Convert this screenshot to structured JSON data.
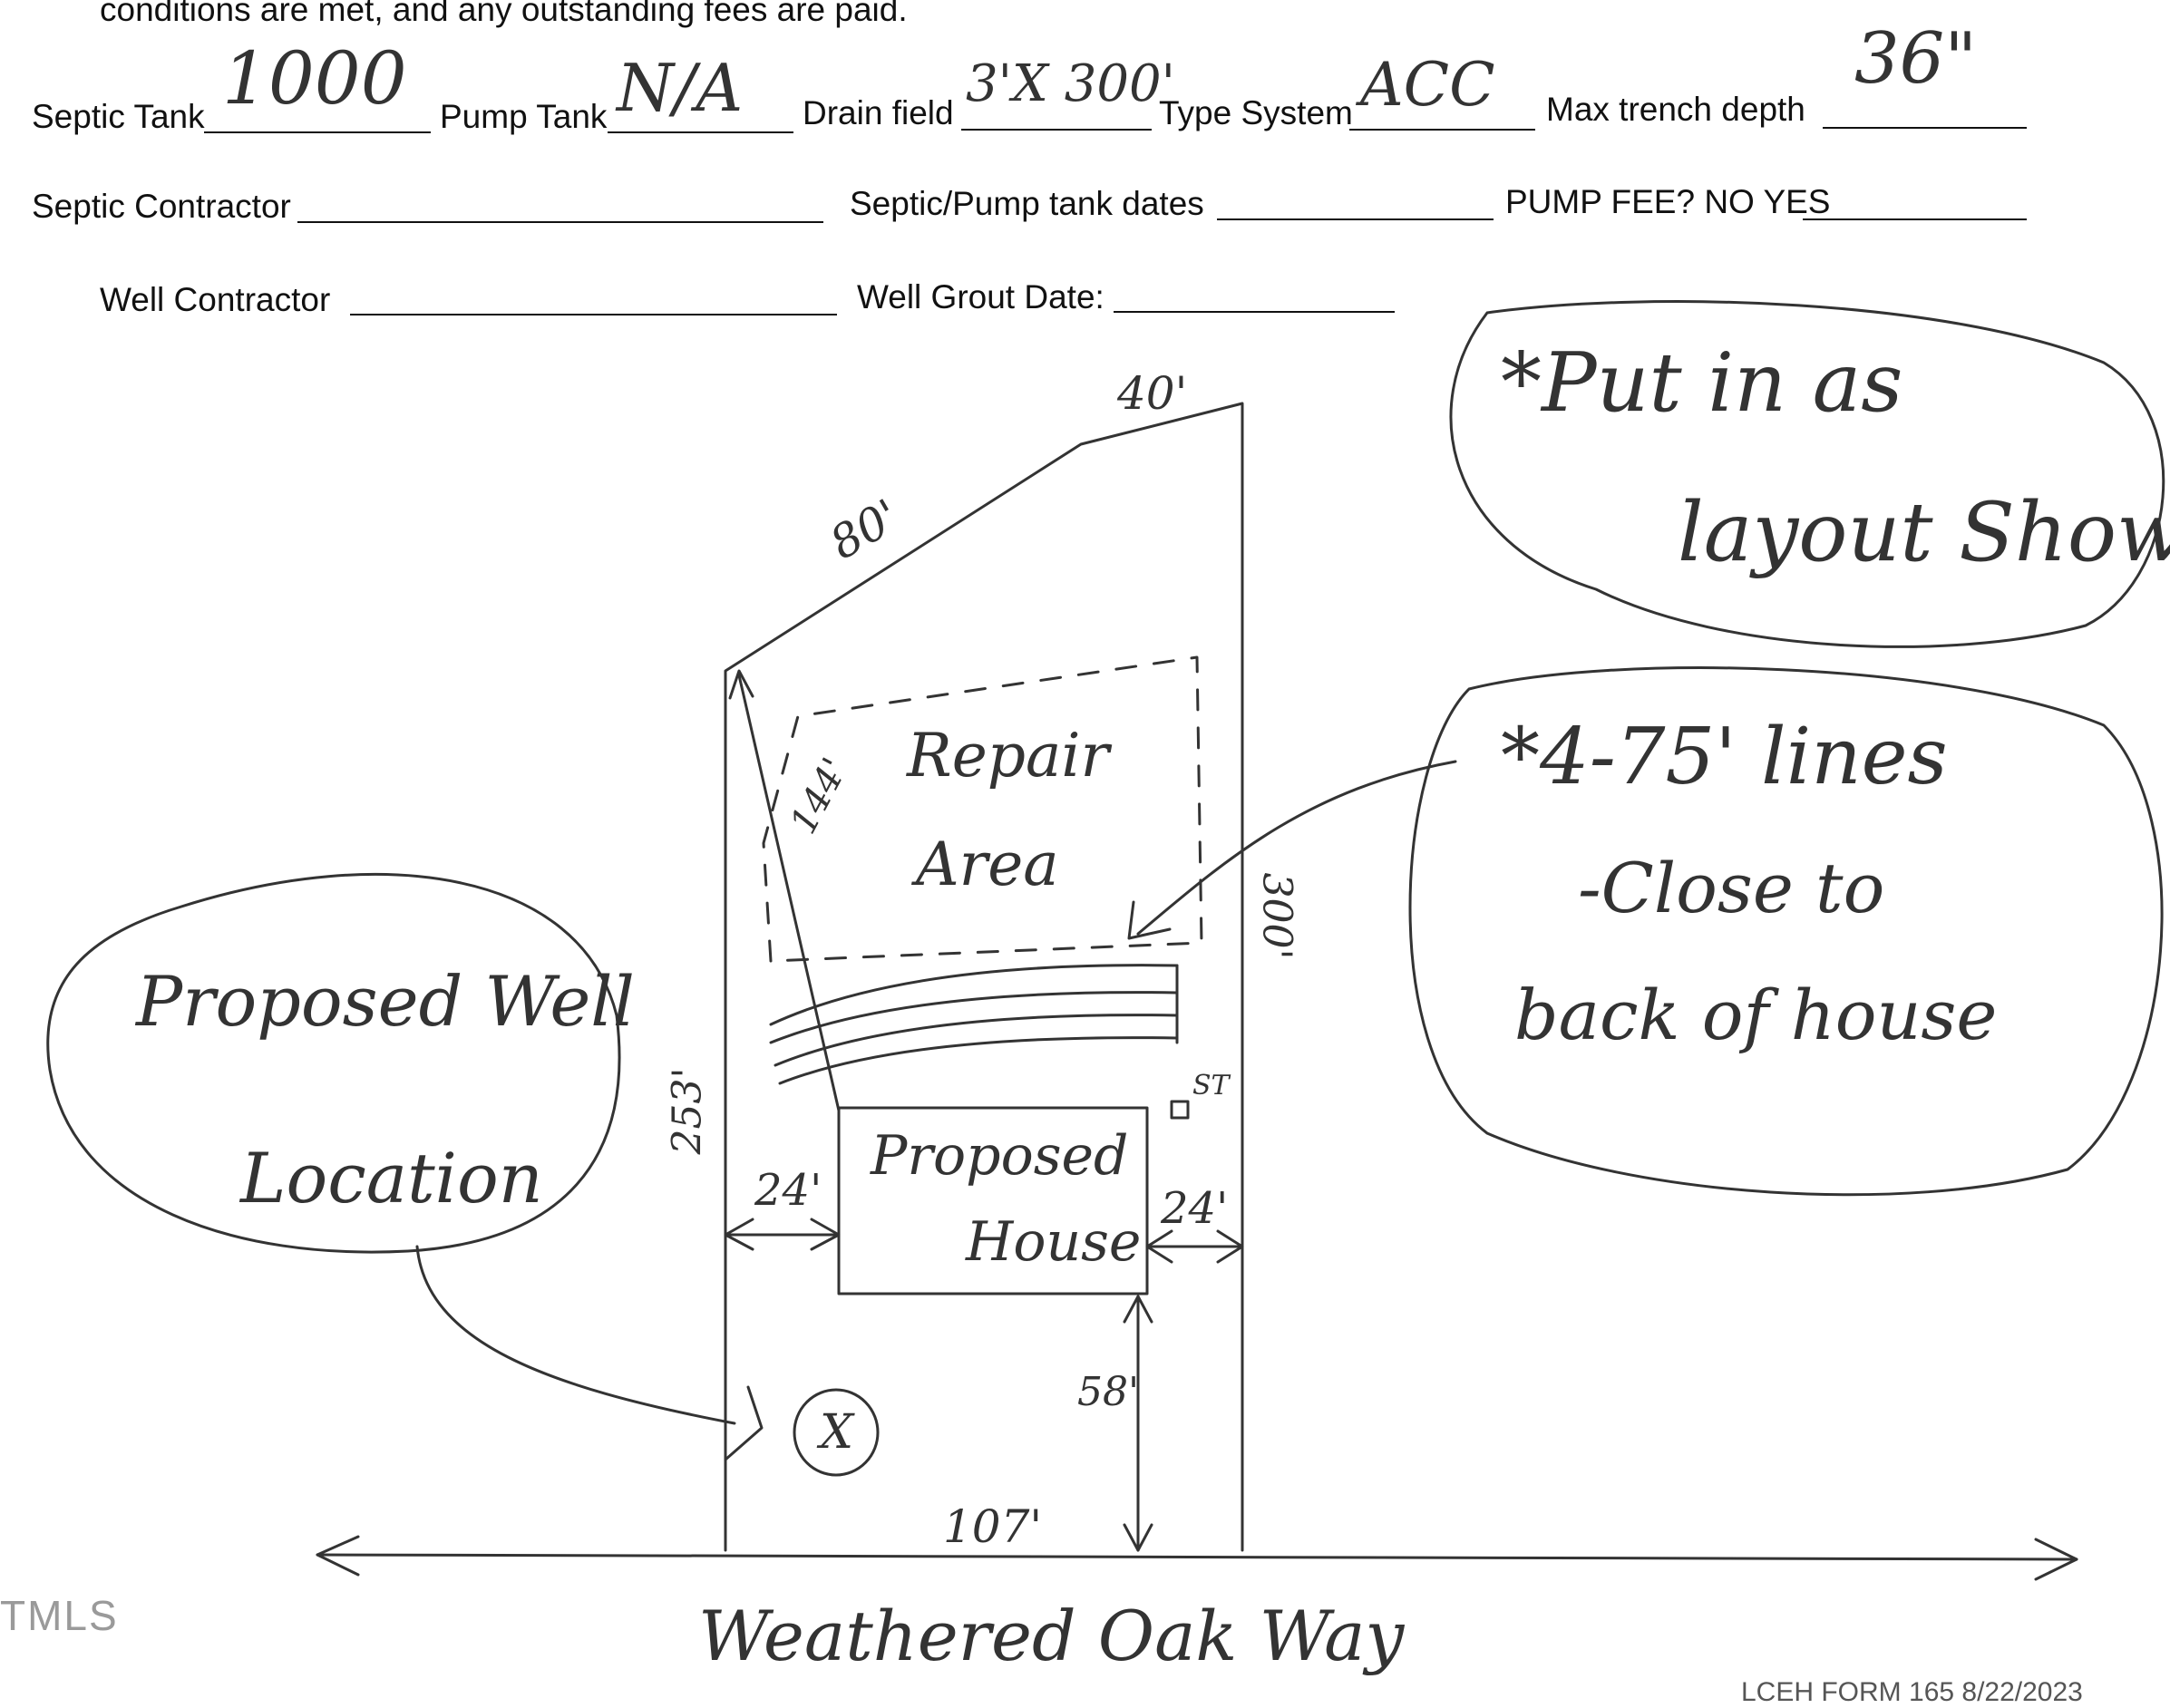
{
  "header": {
    "conditions_text": "conditions are met, and any outstanding fees are paid."
  },
  "form": {
    "septic_tank_label": "Septic Tank",
    "septic_tank_value": "1000",
    "pump_tank_label": "Pump Tank",
    "pump_tank_value": "N/A",
    "drain_field_label": "Drain field",
    "drain_field_value": "3'X 300'",
    "type_system_label": "Type System",
    "type_system_value": "ACC",
    "max_trench_label": "Max trench depth",
    "max_trench_value": "36\"",
    "septic_contractor_label": "Septic Contractor",
    "septic_pump_dates_label": "Septic/Pump tank dates",
    "pump_fee_label": "PUMP FEE? NO YES",
    "well_contractor_label": "Well Contractor",
    "well_grout_label": "Well Grout Date:"
  },
  "sketch": {
    "dim_40": "40'",
    "dim_80": "80'",
    "dim_144": "144'",
    "repair_area": [
      "Repair",
      "Area"
    ],
    "dim_300": "300'",
    "dim_253": "253'",
    "dim_24_left": "24'",
    "dim_24_right": "24'",
    "house": [
      "Proposed",
      "House"
    ],
    "st_label": "ST",
    "dim_58": "58'",
    "dim_107": "107'",
    "well_marker": "X",
    "street_name": "Weathered Oak Way"
  },
  "notes": {
    "note_layout": [
      "*Put in as",
      "layout Shows!"
    ],
    "note_lines": [
      "*4-75' lines",
      "-Close to",
      "back of house"
    ],
    "note_well": [
      "Proposed Well",
      "Location"
    ]
  },
  "footer": {
    "watermark": "TMLS",
    "form_id": "LCEH FORM 165 8/22/2023"
  }
}
